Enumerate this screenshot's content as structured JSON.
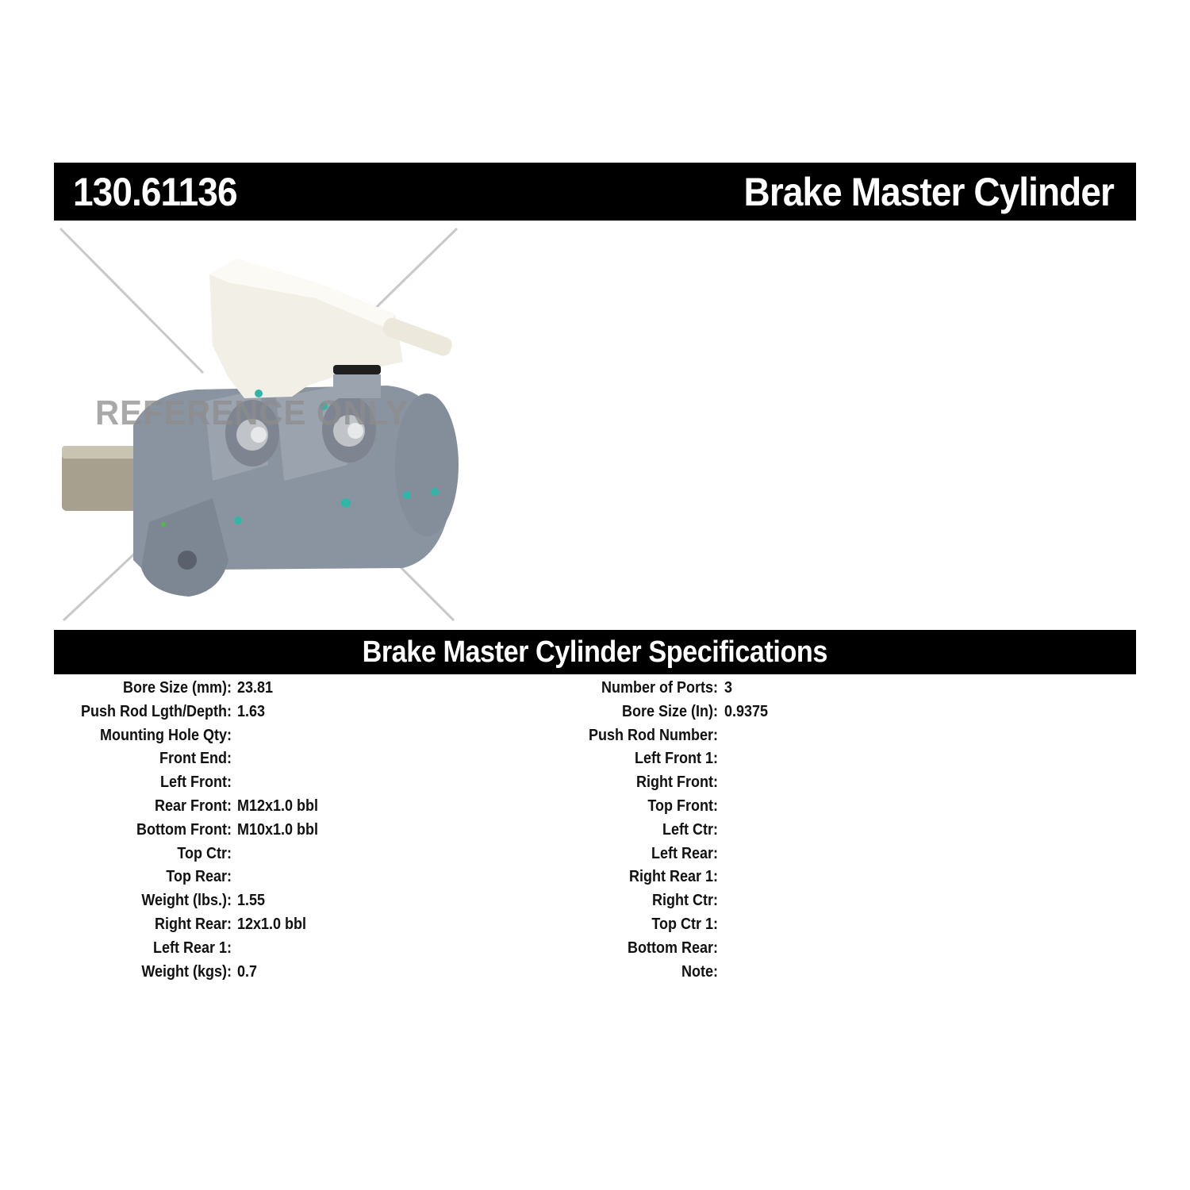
{
  "header": {
    "part_number": "130.61136",
    "part_type": "Brake Master Cylinder"
  },
  "image": {
    "description": "Brake master cylinder product photo",
    "watermark": "REFERENCE ONLY"
  },
  "specs": {
    "title": "Brake Master Cylinder Specifications",
    "left": [
      {
        "label": "Bore Size (mm):",
        "value": "23.81"
      },
      {
        "label": "Push Rod Lgth/Depth:",
        "value": "1.63"
      },
      {
        "label": "Mounting Hole Qty:",
        "value": ""
      },
      {
        "label": "Front End:",
        "value": ""
      },
      {
        "label": "Left Front:",
        "value": ""
      },
      {
        "label": "Rear Front:",
        "value": "M12x1.0 bbl"
      },
      {
        "label": "Bottom Front:",
        "value": "M10x1.0 bbl"
      },
      {
        "label": "Top Ctr:",
        "value": ""
      },
      {
        "label": "Top Rear:",
        "value": ""
      },
      {
        "label": "Weight (lbs.):",
        "value": "1.55"
      },
      {
        "label": "Right Rear:",
        "value": "12x1.0 bbl"
      },
      {
        "label": "Left Rear 1:",
        "value": ""
      },
      {
        "label": "Weight (kgs):",
        "value": "0.7"
      }
    ],
    "right": [
      {
        "label": "Number of Ports:",
        "value": "3"
      },
      {
        "label": "Bore Size (In):",
        "value": "0.9375"
      },
      {
        "label": "Push Rod Number:",
        "value": ""
      },
      {
        "label": "Left Front 1:",
        "value": ""
      },
      {
        "label": "Right Front:",
        "value": ""
      },
      {
        "label": "Top Front:",
        "value": ""
      },
      {
        "label": "Left Ctr:",
        "value": ""
      },
      {
        "label": "Left Rear:",
        "value": ""
      },
      {
        "label": "Right Rear 1:",
        "value": ""
      },
      {
        "label": "Right Ctr:",
        "value": ""
      },
      {
        "label": "Top Ctr 1:",
        "value": ""
      },
      {
        "label": "Bottom Rear:",
        "value": ""
      },
      {
        "label": "Note:",
        "value": ""
      }
    ]
  },
  "colors": {
    "bar_bg": "#000000",
    "bar_text": "#ffffff",
    "body_text": "#111111",
    "casting": "#8a93a0",
    "reservoir": "#f2f0e6",
    "marking": "#2fb6a8"
  }
}
